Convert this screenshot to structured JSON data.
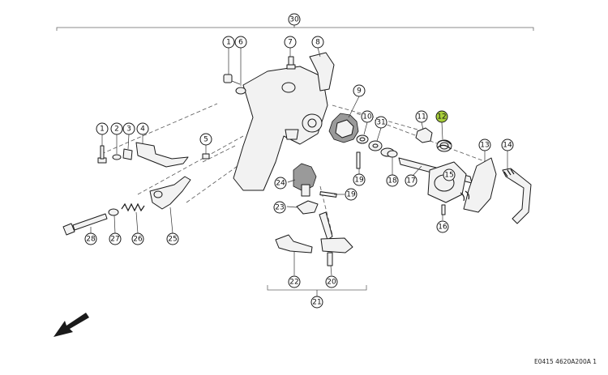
{
  "diagram": {
    "ref_code": "E0415 4620A200A 1",
    "highlight_color": "#a8cf3a",
    "highlighted_callout": "12",
    "callouts": [
      {
        "id": "c30",
        "label": "30"
      },
      {
        "id": "c1a",
        "label": "1"
      },
      {
        "id": "c6",
        "label": "6"
      },
      {
        "id": "c7",
        "label": "7"
      },
      {
        "id": "c8",
        "label": "8"
      },
      {
        "id": "c9",
        "label": "9"
      },
      {
        "id": "c10",
        "label": "10"
      },
      {
        "id": "c31",
        "label": "31"
      },
      {
        "id": "c11",
        "label": "11"
      },
      {
        "id": "c12",
        "label": "12"
      },
      {
        "id": "c13",
        "label": "13"
      },
      {
        "id": "c14",
        "label": "14"
      },
      {
        "id": "c1b",
        "label": "1"
      },
      {
        "id": "c2",
        "label": "2"
      },
      {
        "id": "c3",
        "label": "3"
      },
      {
        "id": "c4",
        "label": "4"
      },
      {
        "id": "c5",
        "label": "5"
      },
      {
        "id": "c24",
        "label": "24"
      },
      {
        "id": "c19a",
        "label": "19"
      },
      {
        "id": "c19b",
        "label": "19"
      },
      {
        "id": "c18",
        "label": "18"
      },
      {
        "id": "c17",
        "label": "17"
      },
      {
        "id": "c15",
        "label": "15"
      },
      {
        "id": "c16",
        "label": "16"
      },
      {
        "id": "c23",
        "label": "23"
      },
      {
        "id": "c28",
        "label": "28"
      },
      {
        "id": "c27",
        "label": "27"
      },
      {
        "id": "c26",
        "label": "26"
      },
      {
        "id": "c25",
        "label": "25"
      },
      {
        "id": "c22",
        "label": "22"
      },
      {
        "id": "c20",
        "label": "20"
      },
      {
        "id": "c21",
        "label": "21"
      }
    ]
  }
}
